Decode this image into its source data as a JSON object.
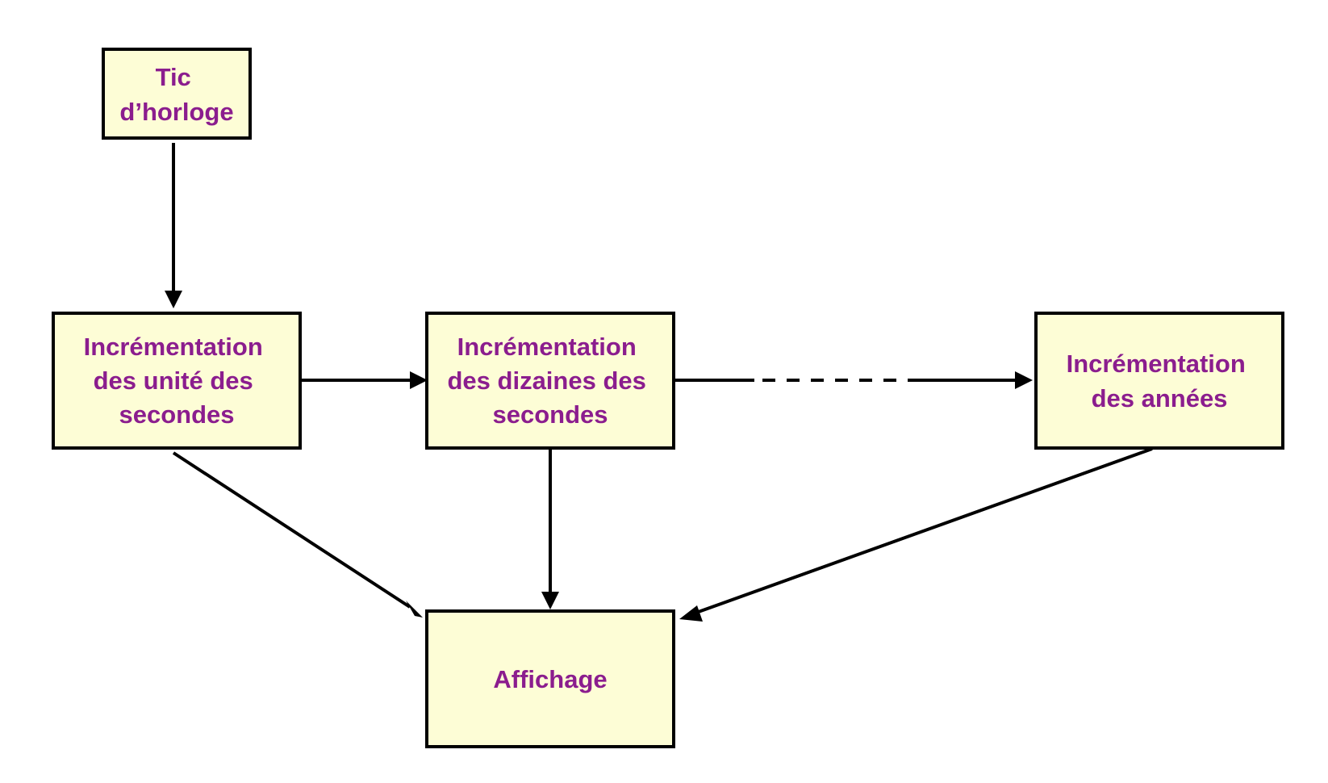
{
  "colors": {
    "node_fill": "#fdfdd6",
    "node_stroke": "#000000",
    "node_text": "#8b1d8e",
    "edge": "#000000"
  },
  "nodes": {
    "tic": {
      "lines": [
        "Tic",
        "d’horloge"
      ]
    },
    "unites": {
      "lines": [
        "Incrémentation",
        "des unité des",
        "secondes"
      ]
    },
    "dizaines": {
      "lines": [
        "Incrémentation",
        "des dizaines des",
        "secondes"
      ]
    },
    "annees": {
      "lines": [
        "Incrémentation",
        "des années"
      ]
    },
    "affichage": {
      "lines": [
        "Affichage"
      ]
    }
  },
  "edges": [
    {
      "from": "tic",
      "to": "unites",
      "style": "solid"
    },
    {
      "from": "unites",
      "to": "dizaines",
      "style": "solid"
    },
    {
      "from": "dizaines",
      "to": "annees",
      "style": "dashed-middle"
    },
    {
      "from": "unites",
      "to": "affichage",
      "style": "solid"
    },
    {
      "from": "dizaines",
      "to": "affichage",
      "style": "solid"
    },
    {
      "from": "annees",
      "to": "affichage",
      "style": "solid"
    }
  ]
}
